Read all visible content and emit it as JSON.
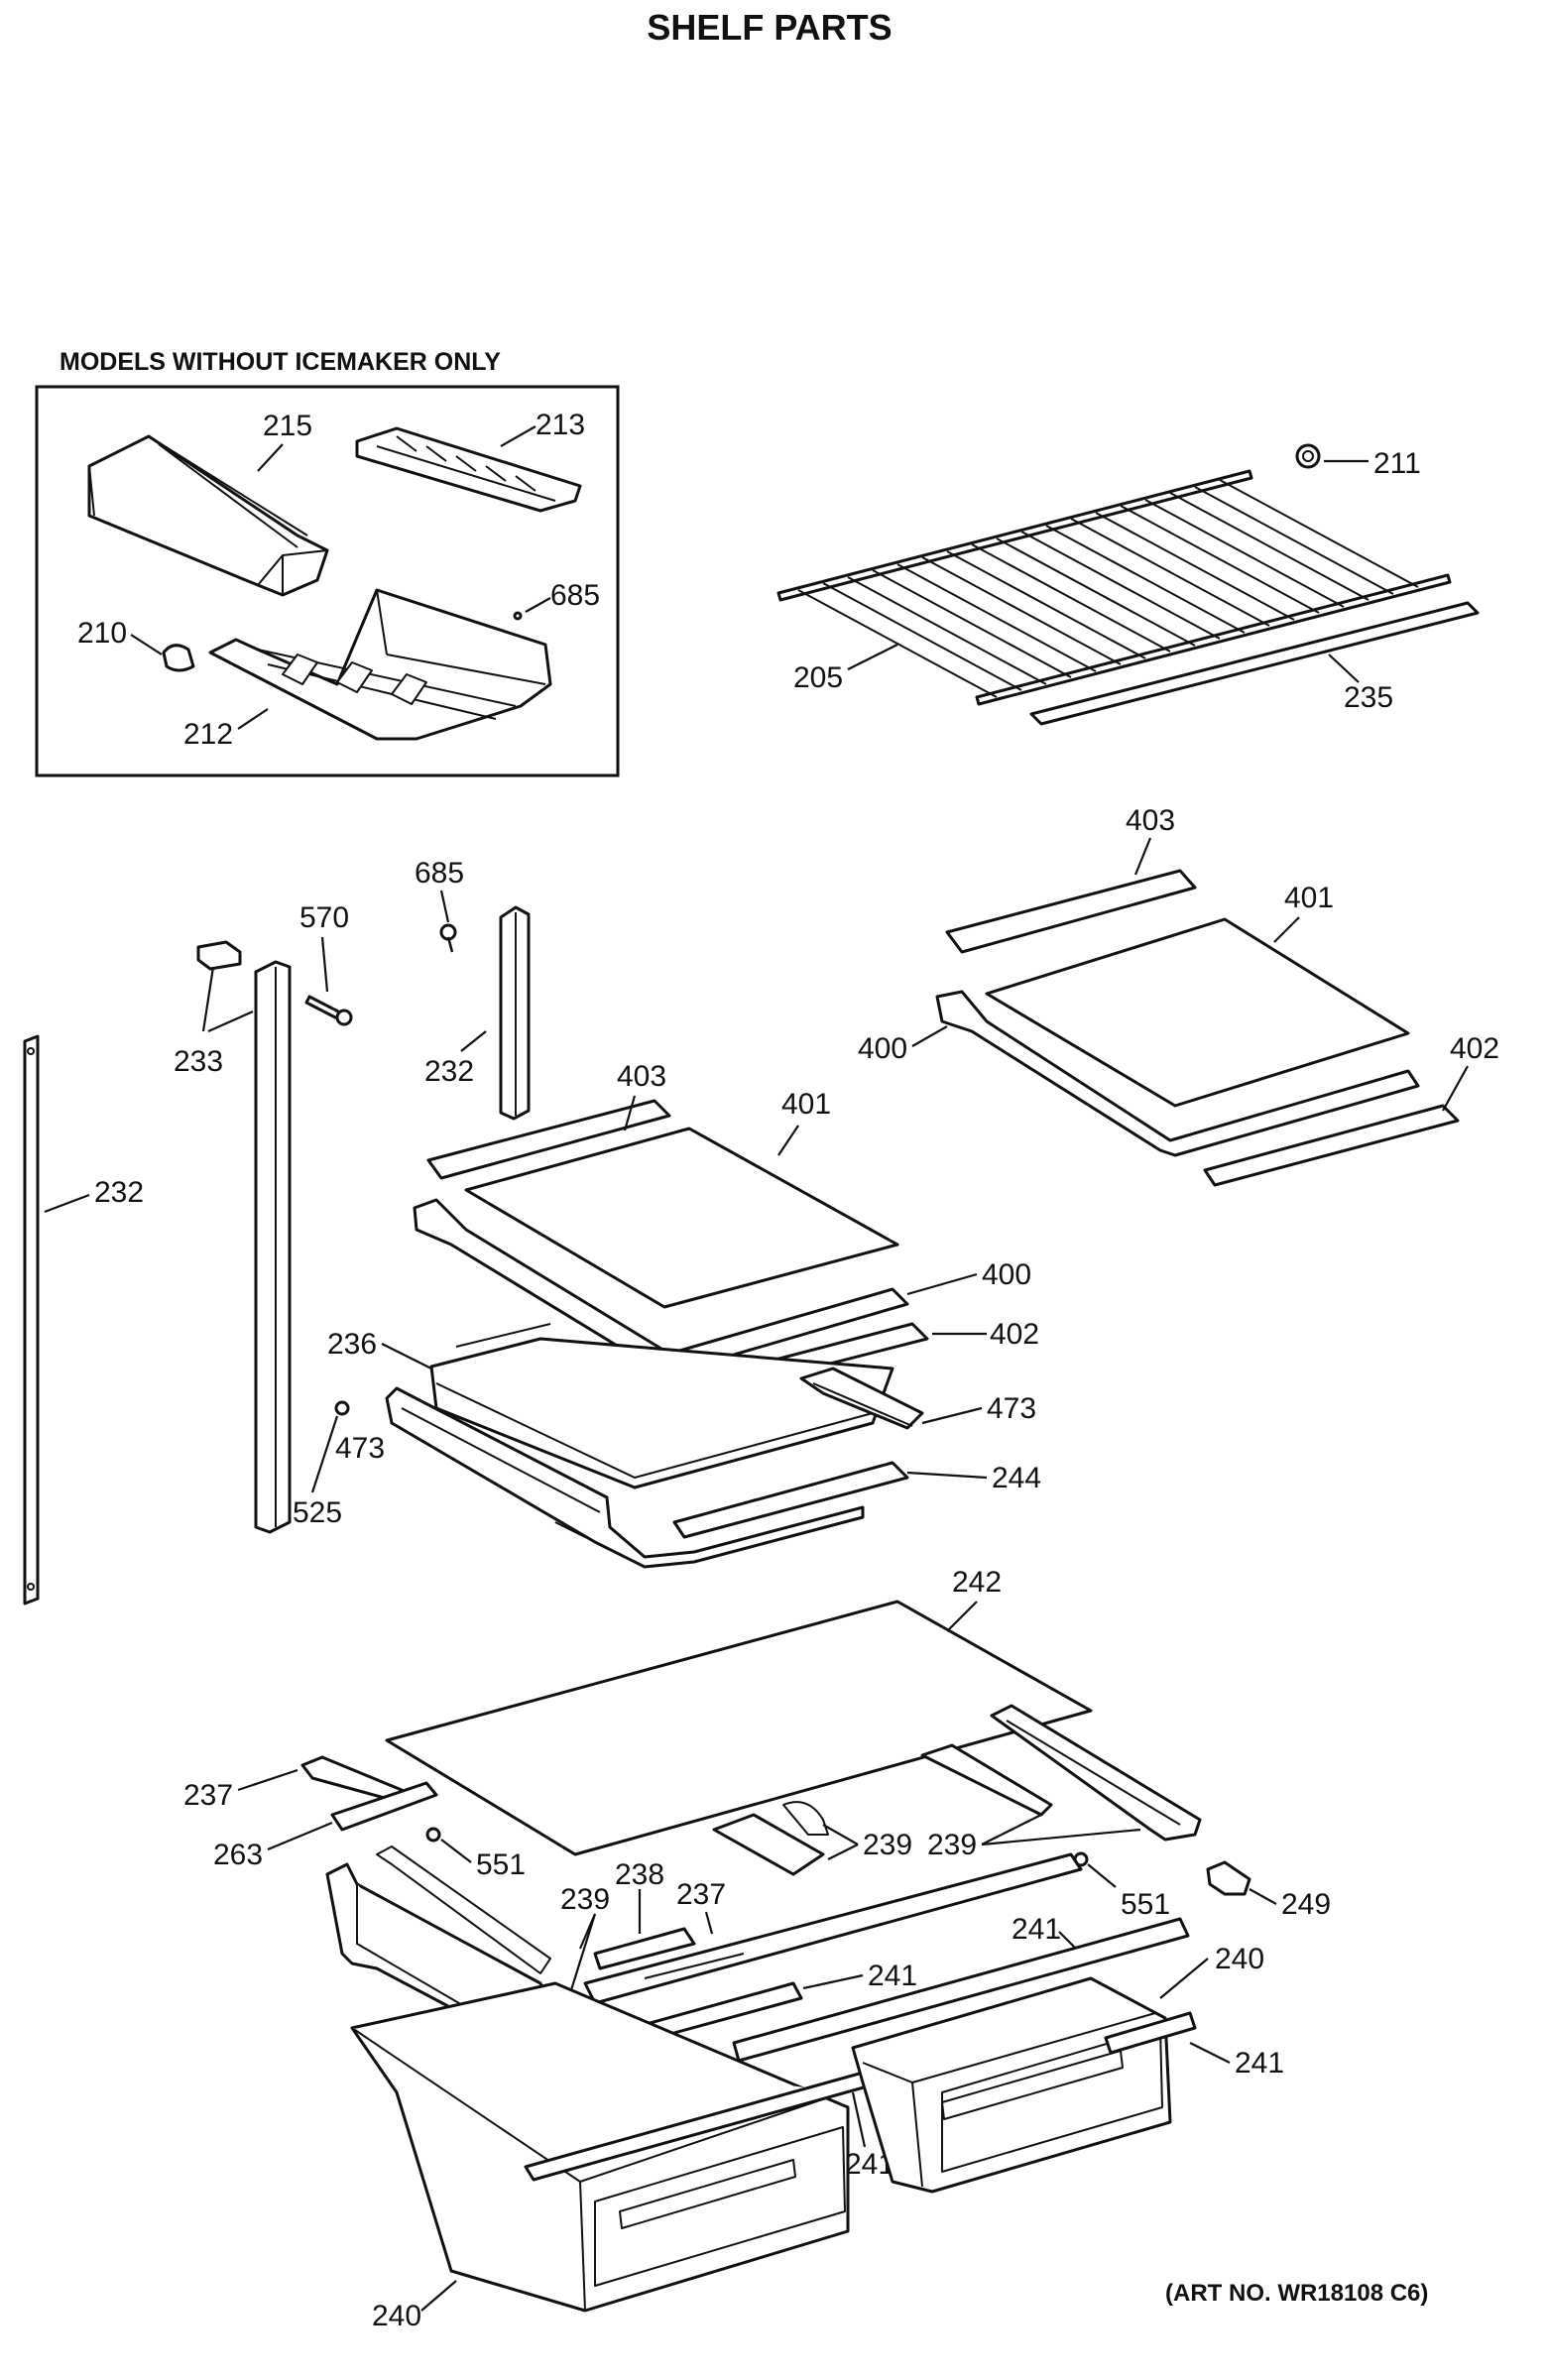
{
  "title": "SHELF PARTS",
  "inset": {
    "title": "MODELS WITHOUT ICEMAKER ONLY"
  },
  "footer": {
    "art_no": "(ART NO. WR18108 C6)"
  },
  "labels": {
    "p215": "215",
    "p213": "213",
    "p685a": "685",
    "p210": "210",
    "p212": "212",
    "p211": "211",
    "p205": "205",
    "p235": "235",
    "p403a": "403",
    "p401a": "401",
    "p400a": "400",
    "p402a": "402",
    "p685b": "685",
    "p570": "570",
    "p233": "233",
    "p232a": "232",
    "p232b": "232",
    "p403b": "403",
    "p401b": "401",
    "p400b": "400",
    "p402b": "402",
    "p236": "236",
    "p473a": "473",
    "p473b": "473",
    "p244": "244",
    "p525": "525",
    "p242": "242",
    "p237a": "237",
    "p263": "263",
    "p551a": "551",
    "p239a": "239",
    "p239b": "239",
    "p239c": "239",
    "p238": "238",
    "p237b": "237",
    "p551b": "551",
    "p249": "249",
    "p241a": "241",
    "p240a": "240",
    "p241b": "241",
    "p241c": "241",
    "p241d": "241",
    "p240b": "240"
  }
}
